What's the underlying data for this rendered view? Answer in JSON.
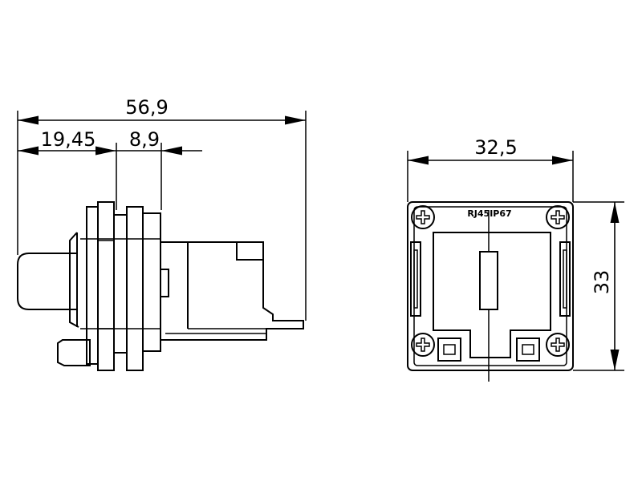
{
  "side_view": {
    "dim_overall": "56,9",
    "dim_left": "19,45",
    "dim_flange": "8,9"
  },
  "front_view": {
    "dim_width": "32,5",
    "dim_height": "33",
    "label": "RJ45IP67"
  }
}
